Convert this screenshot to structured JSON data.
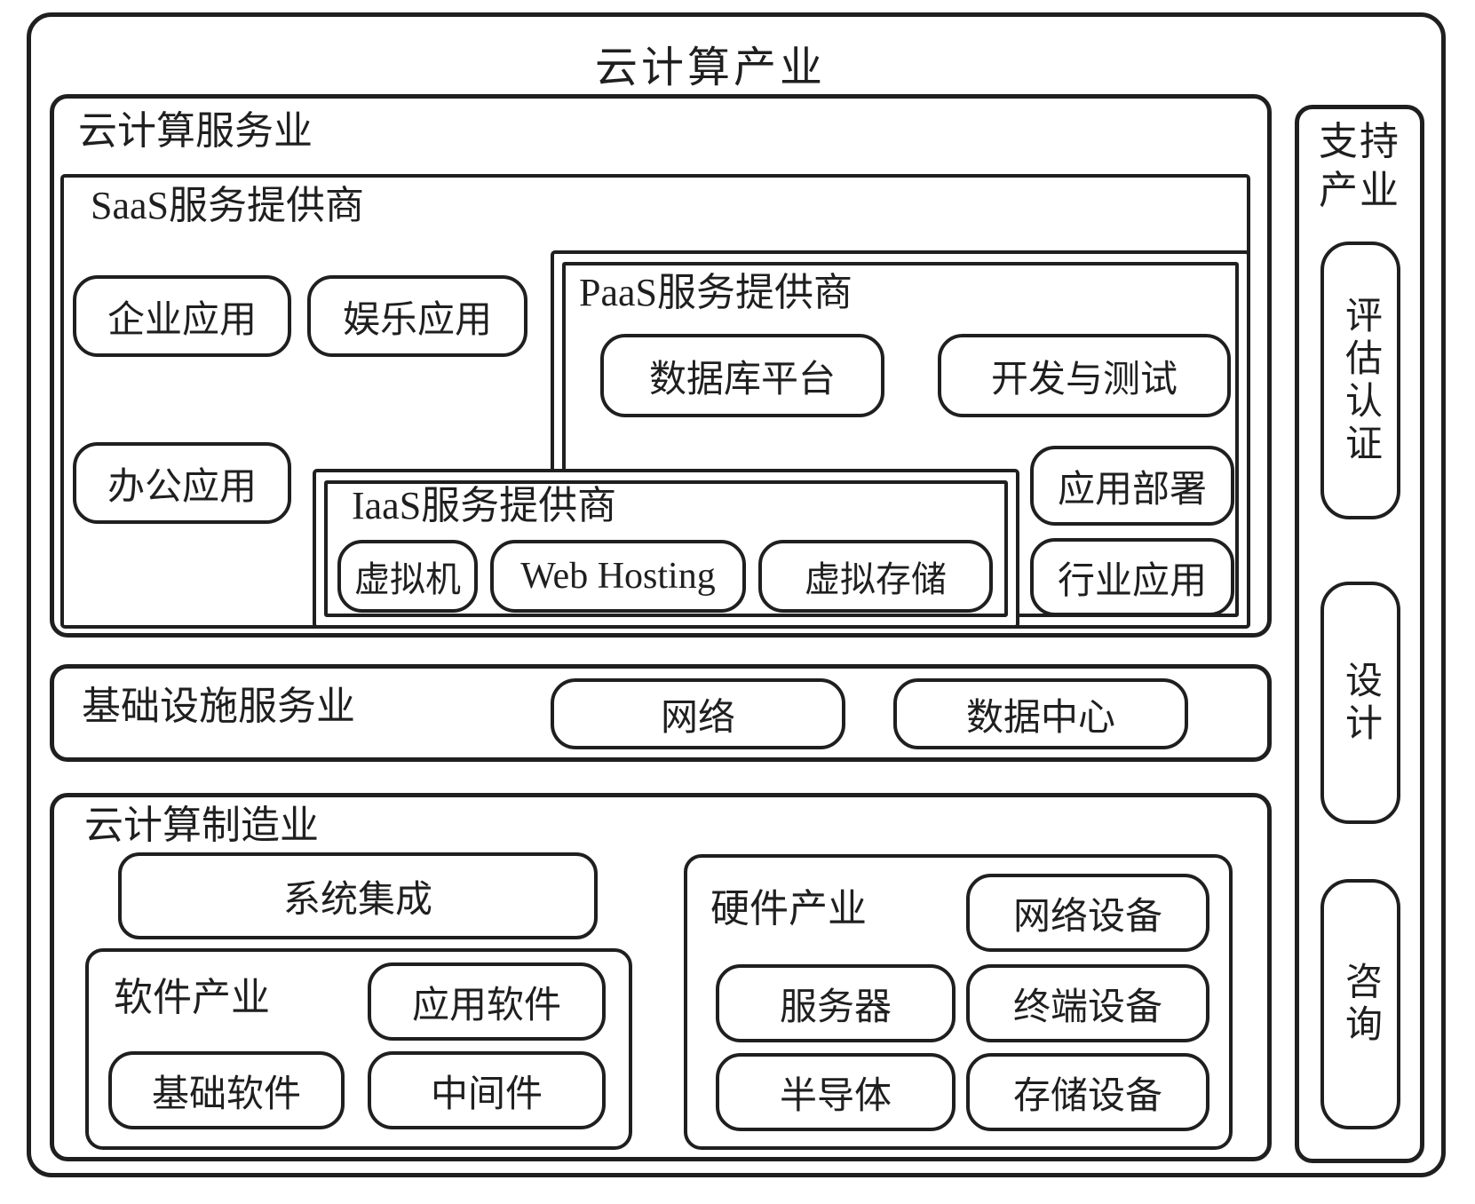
{
  "title": "云计算产业",
  "service": {
    "label": "云计算服务业"
  },
  "saas": {
    "label": "SaaS服务提供商",
    "chip_enterprise": "企业应用",
    "chip_entertainment": "娱乐应用",
    "chip_office": "办公应用"
  },
  "paas": {
    "label": "PaaS服务提供商",
    "chip_database": "数据库平台",
    "chip_devtest": "开发与测试",
    "chip_deploy": "应用部署",
    "chip_industry": "行业应用"
  },
  "iaas": {
    "label": "IaaS服务提供商",
    "chip_vm": "虚拟机",
    "chip_webhosting": "Web Hosting",
    "chip_vstorage": "虚拟存储"
  },
  "infrastructure": {
    "label": "基础设施服务业",
    "chip_network": "网络",
    "chip_datacenter": "数据中心"
  },
  "manufacturing": {
    "label": "云计算制造业",
    "chip_system_integration": "系统集成",
    "software": {
      "label": "软件产业",
      "chip_app_software": "应用软件",
      "chip_basic_software": "基础软件",
      "chip_middleware": "中间件"
    },
    "hardware": {
      "label": "硬件产业",
      "chip_network_device": "网络设备",
      "chip_server": "服务器",
      "chip_terminal_device": "终端设备",
      "chip_semiconductor": "半导体",
      "chip_storage_device": "存储设备"
    }
  },
  "support": {
    "label": "支持产业",
    "chip_assessment": "评估认证",
    "chip_design": "设计",
    "chip_consulting": "咨询"
  },
  "colors": {
    "ink": "#1f1f1f",
    "paper": "#ffffff"
  }
}
